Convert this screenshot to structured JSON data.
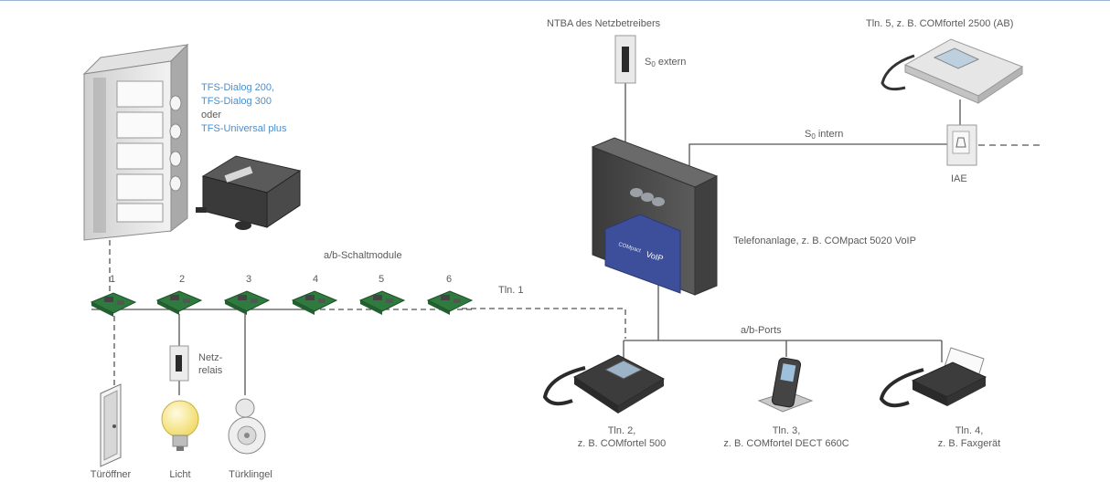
{
  "colors": {
    "accent": "#4a8fd0",
    "line": "#555555",
    "module_green": "#2f7a3e",
    "frame": "#9ab4d6"
  },
  "labels": {
    "ntba": "NTBA des Netzbetreibers",
    "s0_extern": {
      "base": "S",
      "sub": "0",
      "rest": " extern"
    },
    "s0_intern": {
      "base": "S",
      "sub": "0",
      "rest": " intern"
    },
    "tln5": "Tln. 5, z. B. COMfortel 2500 (AB)",
    "iae": "IAE",
    "door_station": [
      "TFS-Dialog 200,",
      "TFS-Dialog 300",
      "oder",
      "TFS-Universal plus"
    ],
    "ab_schaltmodule": "a/b-Schaltmodule",
    "telefonanlage": "Telefonanlage, z. B. COMpact 5020 VoIP",
    "ab_ports": "a/b-Ports",
    "tln1": "Tln. 1",
    "module_numbers": [
      "1",
      "2",
      "3",
      "4",
      "5",
      "6"
    ],
    "netzrelais": [
      "Netz-",
      "relais"
    ],
    "tln2": [
      "Tln. 2,",
      "z. B. COMfortel 500"
    ],
    "tln3": [
      "Tln. 3,",
      "z. B. COMfortel DECT 660C"
    ],
    "tln4": [
      "Tln. 4,",
      "z. B. Faxgerät"
    ],
    "tueroeffner": "Türöffner",
    "licht": "Licht",
    "tuerklingel": "Türklingel",
    "pbx_brand": "COMpact",
    "pbx_voip": "VoIP"
  }
}
